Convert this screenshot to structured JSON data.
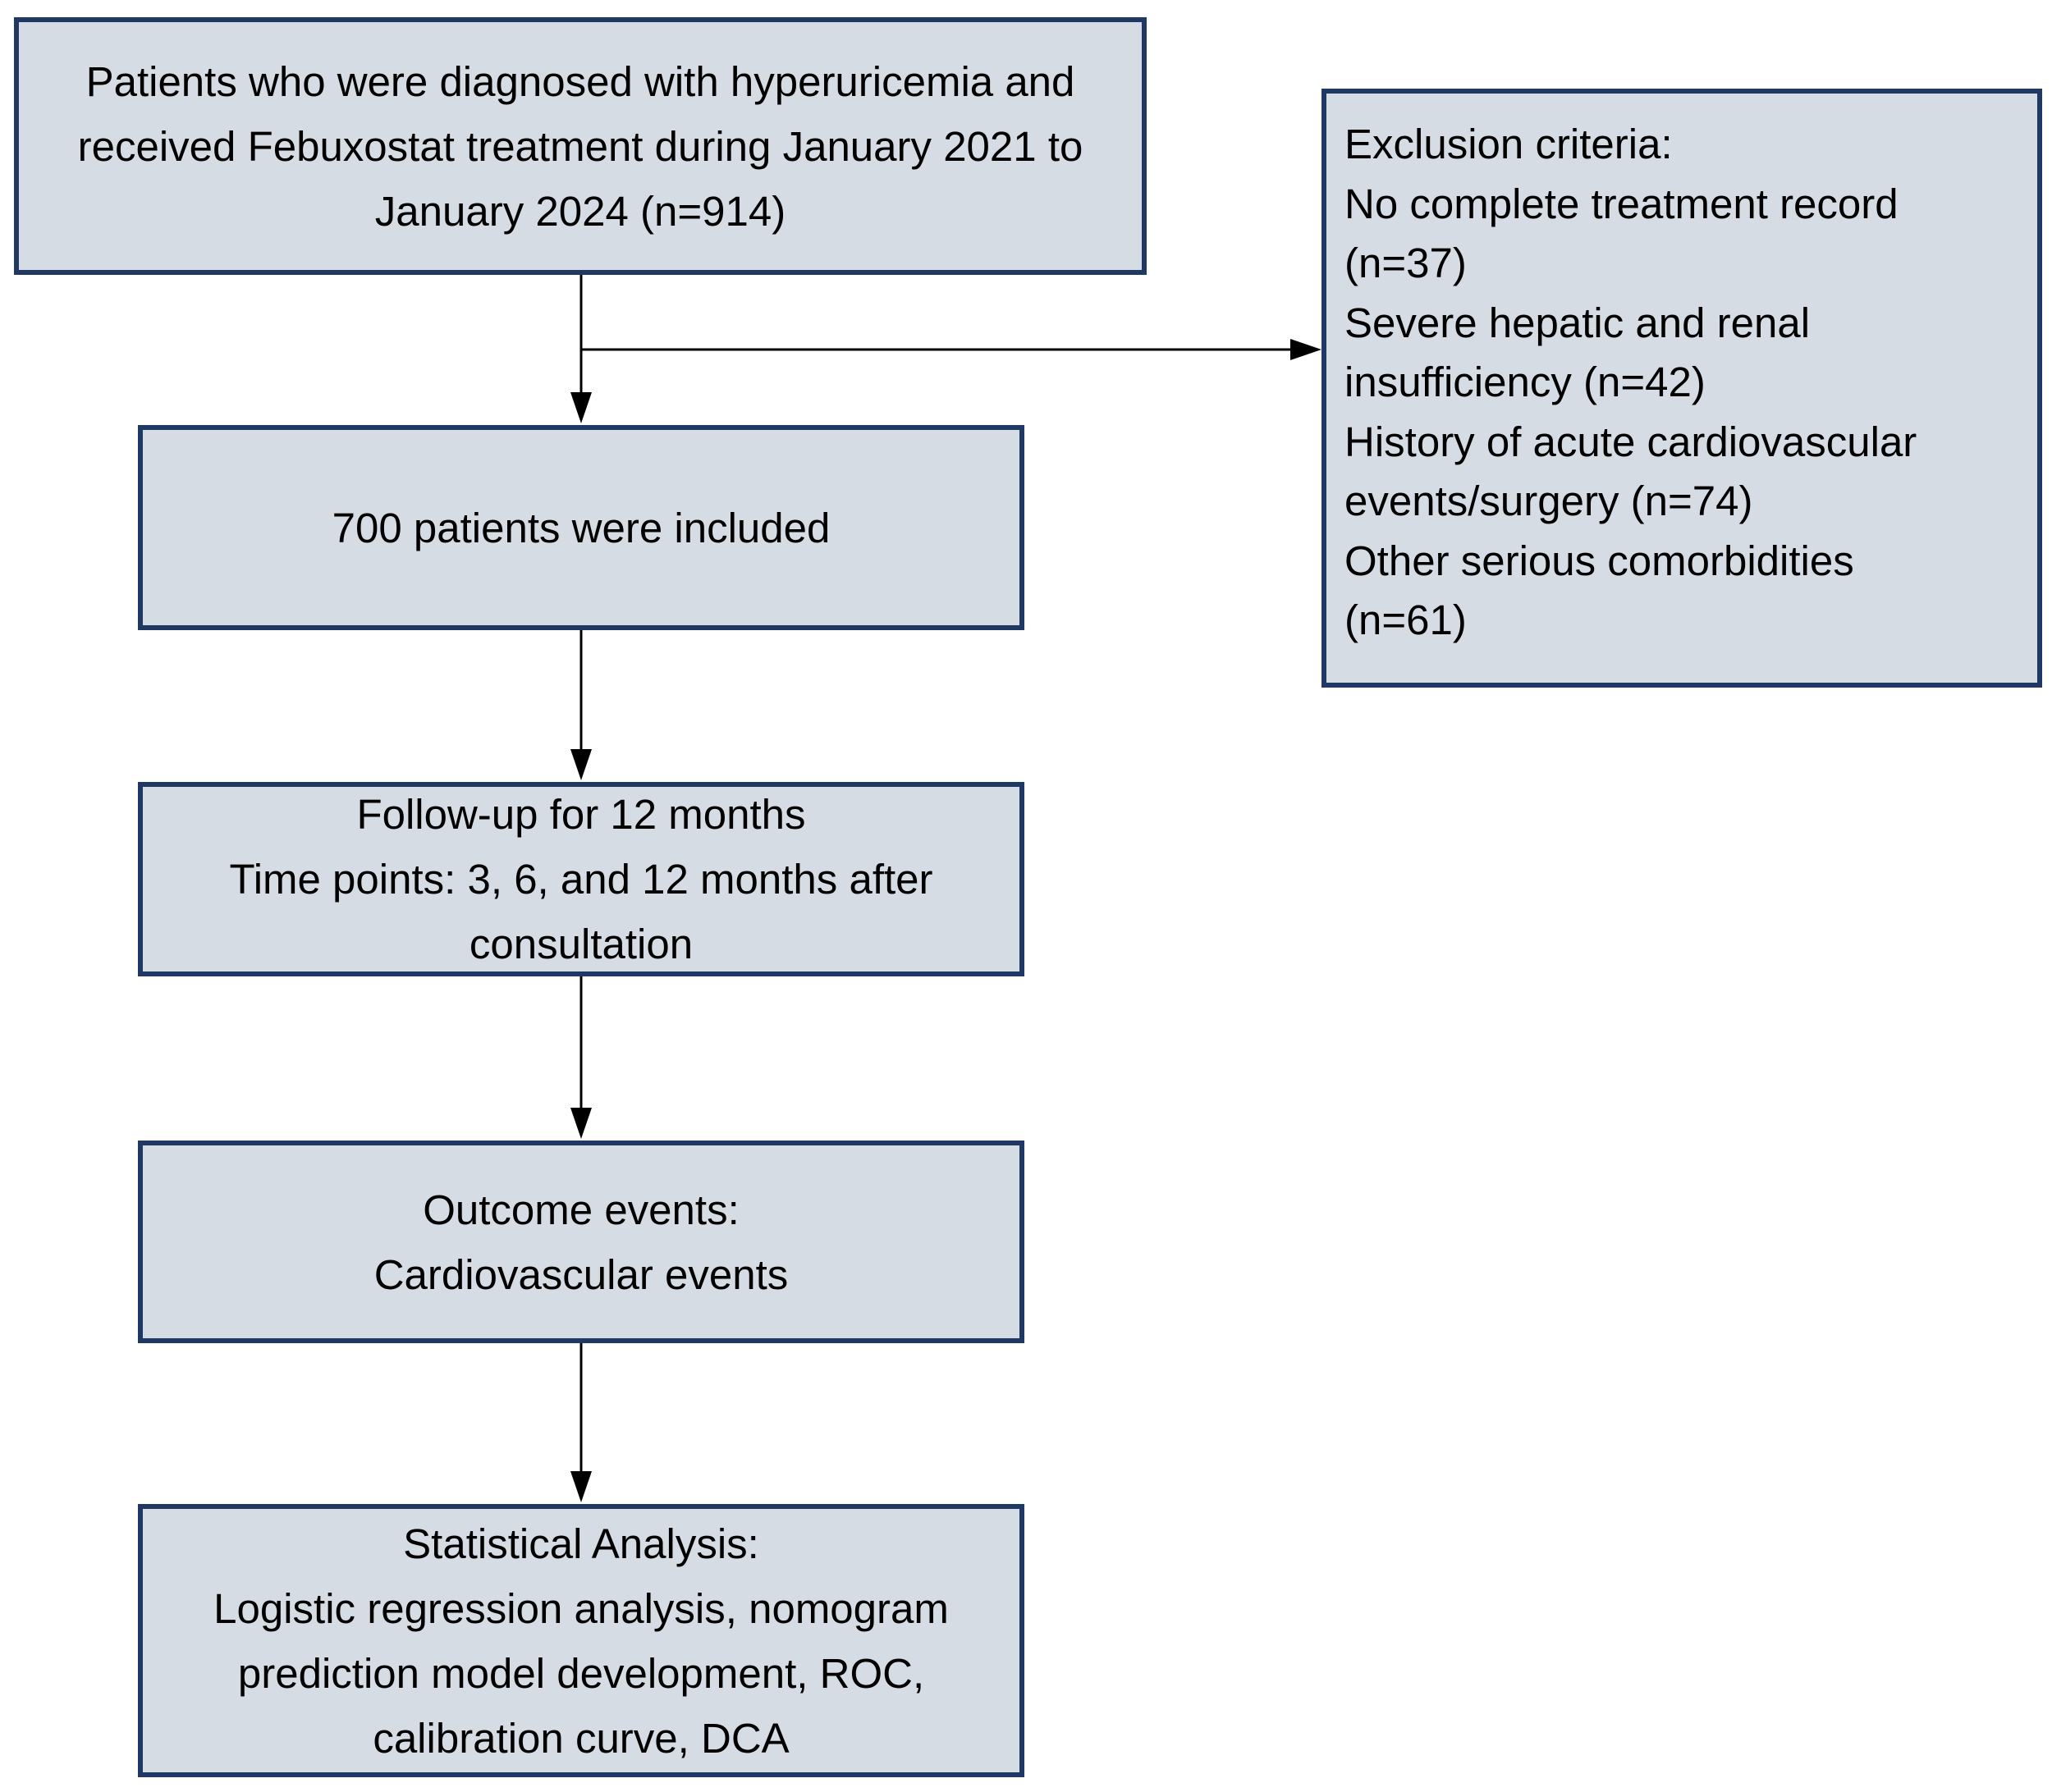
{
  "diagram": {
    "type": "study-flowchart",
    "boxes": {
      "enrollment": {
        "text": "Patients who were diagnosed with hyperuricemia and\nreceived Febuxostat treatment during January 2021 to\nJanuary 2024 (n=914)",
        "n": 914
      },
      "exclusion": {
        "text": "Exclusion criteria:\nNo complete treatment record\n(n=37)\nSevere hepatic and renal\ninsufficiency (n=42)\nHistory of acute cardiovascular\nevents/surgery (n=74)\nOther serious comorbidities\n(n=61)",
        "items": [
          {
            "label": "No complete treatment record",
            "n": 37
          },
          {
            "label": "Severe hepatic and renal insufficiency",
            "n": 42
          },
          {
            "label": "History of acute cardiovascular events/surgery",
            "n": 74
          },
          {
            "label": "Other serious comorbidities",
            "n": 61
          }
        ]
      },
      "included": {
        "text": "700 patients were included",
        "n": 700
      },
      "followup": {
        "text": "Follow-up for 12 months\nTime points: 3, 6, and 12 months after\nconsultation"
      },
      "outcome": {
        "text": "Outcome events:\nCardiovascular events"
      },
      "analysis": {
        "text": "Statistical Analysis:\nLogistic regression analysis, nomogram\nprediction model development, ROC,\ncalibration curve, DCA"
      }
    },
    "colors": {
      "box_fill": "#d6dce4",
      "box_border": "#1f3864",
      "arrow": "#000000",
      "text": "#000000",
      "background": "#ffffff"
    }
  }
}
